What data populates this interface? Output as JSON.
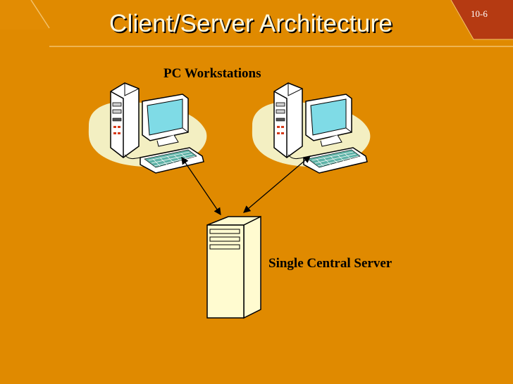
{
  "slide": {
    "title": "Client/Server Architecture",
    "slide_number": "10-6"
  },
  "diagram": {
    "workstations_label": "PC Workstations",
    "server_label": "Single Central Server",
    "nodes": [
      {
        "id": "workstation-1",
        "icon": "pc-workstation-icon"
      },
      {
        "id": "workstation-2",
        "icon": "pc-workstation-icon"
      },
      {
        "id": "server",
        "icon": "server-tower-icon"
      }
    ],
    "connections": [
      {
        "from": "workstation-1",
        "to": "server",
        "style": "bidirectional-arrow"
      },
      {
        "from": "workstation-2",
        "to": "server",
        "style": "bidirectional-arrow"
      }
    ]
  },
  "colors": {
    "background": "#e08a00",
    "header_band": "#e58e06",
    "corner_tab": "#b53a12",
    "title_text": "#fff8dc",
    "blob": "#f3efc2",
    "screen": "#7fdbe6",
    "server_face": "#fffbd0"
  }
}
